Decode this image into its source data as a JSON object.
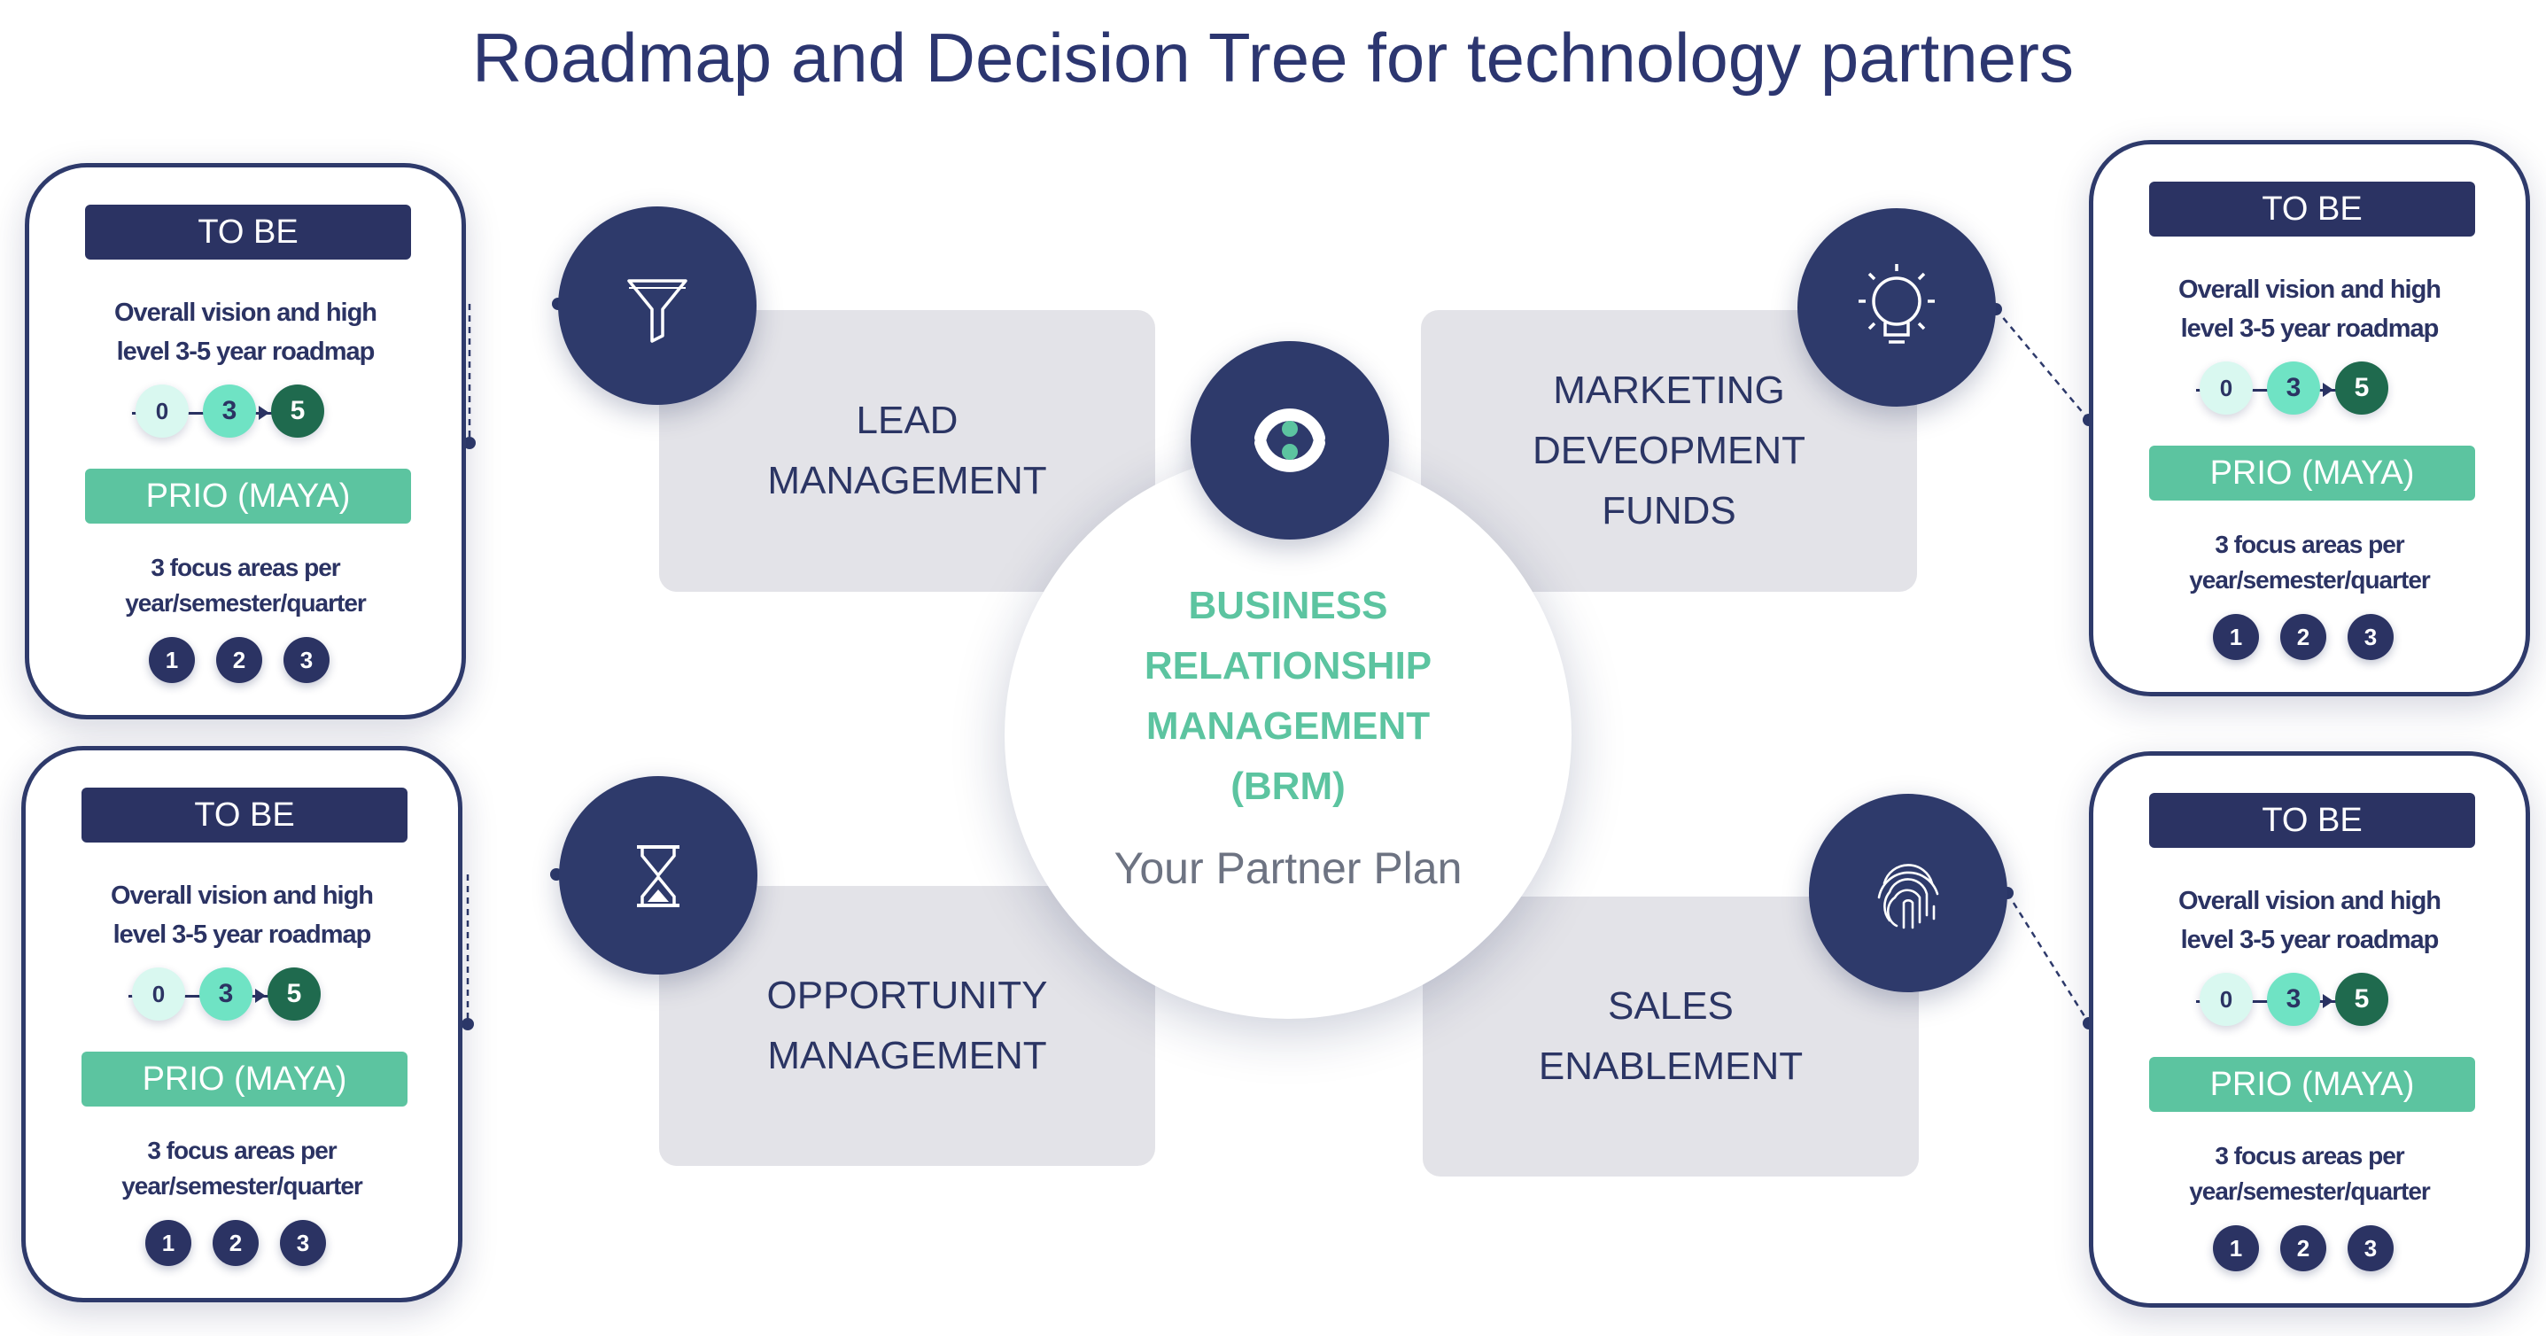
{
  "title": "Roadmap and Decision Tree for technology partners",
  "center": {
    "title_lines": [
      "BUSINESS",
      "RELATIONSHIP",
      "MANAGEMENT",
      "(BRM)"
    ],
    "subtitle": "Your Partner Plan",
    "icon": "sync-arrows-icon"
  },
  "tiles": [
    {
      "id": "lead",
      "lines": [
        "LEAD",
        "MANAGEMENT"
      ],
      "icon": "funnel-icon"
    },
    {
      "id": "mdf",
      "lines": [
        "MARKETING",
        "DEVEOPMENT",
        "FUNDS"
      ],
      "icon": "lightbulb-icon"
    },
    {
      "id": "opp",
      "lines": [
        "OPPORTUNITY",
        "MANAGEMENT"
      ],
      "icon": "hourglass-icon"
    },
    {
      "id": "sales",
      "lines": [
        "SALES",
        "ENABLEMENT"
      ],
      "icon": "fingerprint-icon"
    }
  ],
  "cards": [
    {
      "header": "TO BE",
      "vision_lines": [
        "Overall vision and high",
        "level 3-5 year roadmap"
      ],
      "progression": [
        "0",
        "3",
        "5"
      ],
      "prio": "PRIO (MAYA)",
      "focus_lines": [
        "3 focus areas per",
        "year/semester/quarter"
      ],
      "numbers": [
        "1",
        "2",
        "3"
      ]
    },
    {
      "header": "TO BE",
      "vision_lines": [
        "Overall vision and high",
        "level 3-5 year roadmap"
      ],
      "progression": [
        "0",
        "3",
        "5"
      ],
      "prio": "PRIO (MAYA)",
      "focus_lines": [
        "3 focus areas per",
        "year/semester/quarter"
      ],
      "numbers": [
        "1",
        "2",
        "3"
      ]
    },
    {
      "header": "TO BE",
      "vision_lines": [
        "Overall vision and high",
        "level 3-5 year roadmap"
      ],
      "progression": [
        "0",
        "3",
        "5"
      ],
      "prio": "PRIO (MAYA)",
      "focus_lines": [
        "3 focus areas per",
        "year/semester/quarter"
      ],
      "numbers": [
        "1",
        "2",
        "3"
      ]
    },
    {
      "header": "TO BE",
      "vision_lines": [
        "Overall vision and high",
        "level 3-5 year roadmap"
      ],
      "progression": [
        "0",
        "3",
        "5"
      ],
      "prio": "PRIO (MAYA)",
      "focus_lines": [
        "3 focus areas per",
        "year/semester/quarter"
      ],
      "numbers": [
        "1",
        "2",
        "3"
      ]
    }
  ],
  "colors": {
    "navy": "#2e3a6b",
    "teal": "#5cc4a0",
    "tile_gray": "#e3e3e8",
    "dark_green": "#1f6a4e",
    "light_teal": "#6fe3c4"
  }
}
